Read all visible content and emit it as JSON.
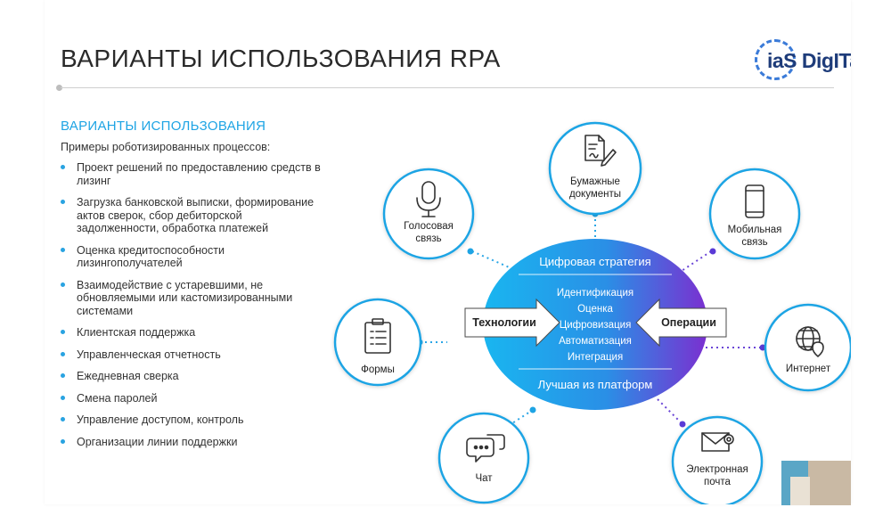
{
  "slide": {
    "title": "ВАРИАНТЫ ИСПОЛЬЗОВАНИЯ RPA",
    "logo_text": "iaS DigITa"
  },
  "left": {
    "heading": "ВАРИАНТЫ ИСПОЛЬЗОВАНИЯ",
    "intro": "Примеры роботизированных процессов:",
    "items": [
      "Проект решений по предоставлению средств в лизинг",
      "Загрузка банковской выписки, формирование актов сверок, сбор дебиторской задолженности, обработка платежей",
      "Оценка кредитоспособности лизингополучателей",
      "Взаимодействие с устаревшими, не обновляемыми или кастомизированными системами",
      "Клиентская поддержка",
      "Управленческая отчетность",
      "Ежедневная сверка",
      "Смена паролей",
      "Управление доступом, контроль",
      "Организации линии поддержки"
    ]
  },
  "diagram": {
    "center_top": "Цифровая стратегия",
    "center_list": [
      "Идентификация",
      "Оценка",
      "Цифровизация",
      "Автоматизация",
      "Интеграция"
    ],
    "center_bottom": "Лучшая из платформ",
    "left_arrow": "Технологии",
    "right_arrow": "Операции",
    "nodes": {
      "paper": [
        "Бумажные",
        "документы"
      ],
      "voice": [
        "Голосовая",
        "связь"
      ],
      "mobile": [
        "Мобильная",
        "связь"
      ],
      "forms": [
        "Формы"
      ],
      "internet": [
        "Интернет"
      ],
      "chat": [
        "Чат"
      ],
      "email": [
        "Электронная",
        "почта"
      ]
    },
    "icons": {
      "paper": "document-pen-icon",
      "voice": "microphone-icon",
      "mobile": "smartphone-icon",
      "forms": "clipboard-icon",
      "internet": "globe-pin-icon",
      "chat": "chat-bubble-icon",
      "email": "envelope-at-icon"
    },
    "colors": {
      "circle_border": "#1ea4e4",
      "ellipse_left": "#1bb4ef",
      "ellipse_right": "#7d2fd0",
      "heading": "#1ea4e4"
    }
  }
}
